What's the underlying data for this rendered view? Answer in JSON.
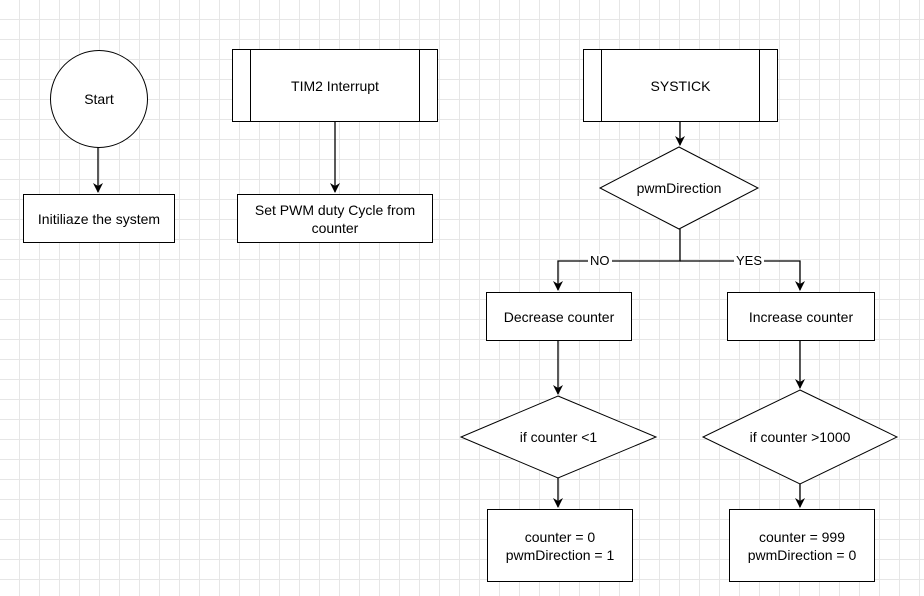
{
  "nodes": {
    "start": "Start",
    "init": "Initiliaze the system",
    "tim2": "TIM2 Interrupt",
    "set_pwm": "Set PWM duty Cycle from counter",
    "systick": "SYSTICK",
    "pwm_direction": "pwmDirection",
    "decrease": "Decrease counter",
    "increase": "Increase counter",
    "if_low": "if counter <1",
    "if_high": "if counter >1000",
    "reset_low": "counter = 0\npwmDirection = 1",
    "reset_high": "counter = 999\npwmDirection = 0"
  },
  "edges": {
    "no_label": "NO",
    "yes_label": "YES"
  }
}
